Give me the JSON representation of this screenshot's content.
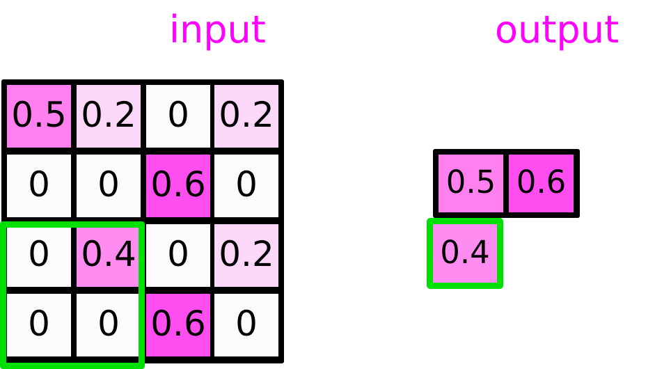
{
  "panels": {
    "input": {
      "title": "input"
    },
    "output": {
      "title": "output"
    }
  },
  "colors": {
    "title": "#ff00ff",
    "grid_line": "#000000",
    "highlight_border": "#00e000",
    "background": "#ffffff",
    "value_0": "#fdfbfd",
    "value_0_2": "#fbd7f8",
    "value_0_4": "#ff8cf0",
    "value_0_5": "#ff80ee",
    "value_0_6": "#ff4df0"
  },
  "input_grid": {
    "rows": 4,
    "cols": 4,
    "cells": [
      [
        {
          "value": "0.5",
          "color": "#ff80ee"
        },
        {
          "value": "0.2",
          "color": "#fbd7f8"
        },
        {
          "value": "0",
          "color": "#fdfbfd"
        },
        {
          "value": "0.2",
          "color": "#fbd7f8"
        }
      ],
      [
        {
          "value": "0",
          "color": "#fdfbfd"
        },
        {
          "value": "0",
          "color": "#fdfbfd"
        },
        {
          "value": "0.6",
          "color": "#ff4df0"
        },
        {
          "value": "0",
          "color": "#fdfbfd"
        }
      ],
      [
        {
          "value": "0",
          "color": "#fdfbfd"
        },
        {
          "value": "0.4",
          "color": "#ff8cf0"
        },
        {
          "value": "0",
          "color": "#fdfbfd"
        },
        {
          "value": "0.2",
          "color": "#fbd7f8"
        }
      ],
      [
        {
          "value": "0",
          "color": "#fdfbfd"
        },
        {
          "value": "0",
          "color": "#fdfbfd"
        },
        {
          "value": "0.6",
          "color": "#ff4df0"
        },
        {
          "value": "0",
          "color": "#fdfbfd"
        }
      ]
    ],
    "highlight": {
      "label": "selected-window",
      "row_start": 3,
      "row_end": 4,
      "col_start": 1,
      "col_end": 2,
      "color": "#00e000"
    }
  },
  "output_grid": {
    "top_row": [
      {
        "value": "0.5",
        "color": "#ff80ee"
      },
      {
        "value": "0.6",
        "color": "#ff4df0"
      }
    ],
    "highlighted_cell": {
      "value": "0.4",
      "color": "#ff8cf0",
      "border": "#00e000"
    }
  }
}
